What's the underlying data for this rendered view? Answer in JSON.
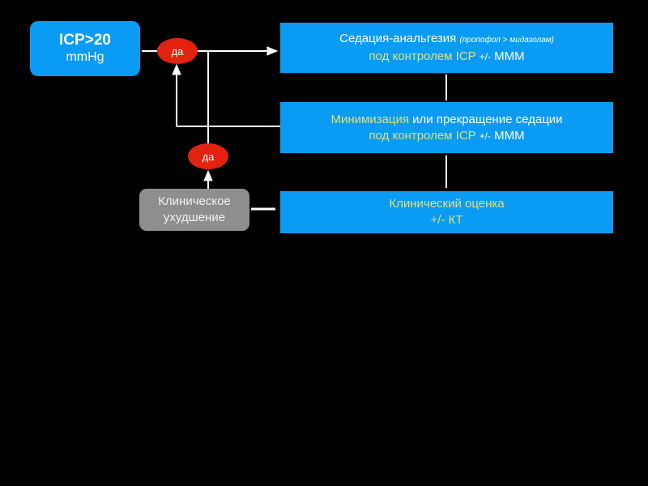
{
  "nodes": {
    "icp": {
      "line1": "ICP>20",
      "line2": "mmHg"
    },
    "decision_yes_top": "да",
    "decision_yes_bottom": "да",
    "sedation": {
      "part1": "Седация-анальгезия ",
      "part2": "(пропофол > мидазолам)",
      "part3": "под контролем ICP ",
      "part4": "+/-",
      "part5": " MMM"
    },
    "minimization": {
      "part1": "Минимизация",
      "part2": " или прекращение седации",
      "part3": "под контролем ICP ",
      "part4": "+/-",
      "part5": " MMM"
    },
    "clinical_assessment": {
      "line1": "Клинический оценка",
      "line2": "+/- КТ"
    },
    "clinical_worsening": {
      "line1": "Клиническое",
      "line2": "ухудшение"
    }
  },
  "colors": {
    "box_blue": "#0a9cf5",
    "decision_red": "#e2230f",
    "highlight_yellow": "#e6dd7a",
    "gray_box": "#8e8e8e"
  }
}
